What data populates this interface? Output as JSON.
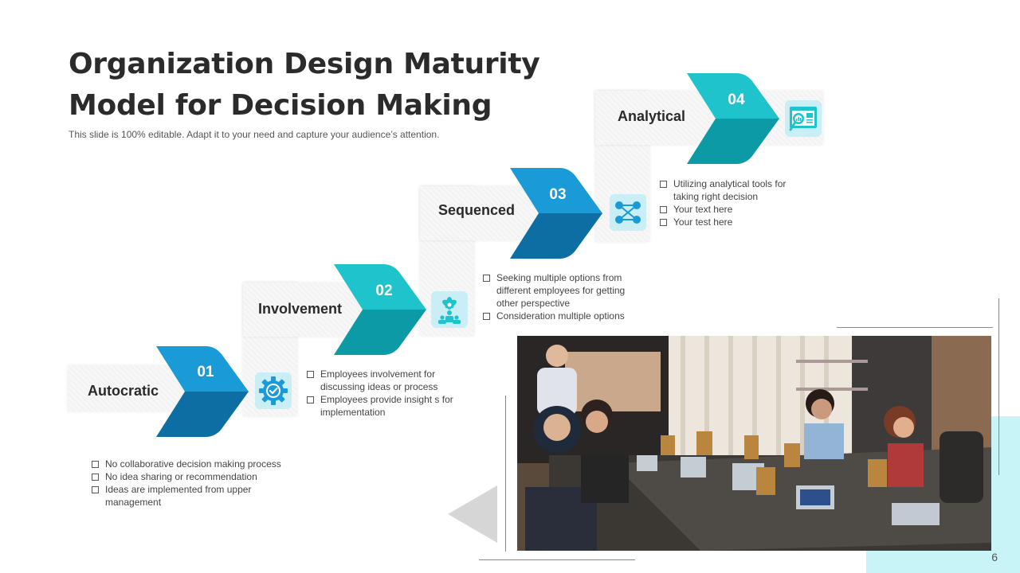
{
  "slide": {
    "title": "Organization Design Maturity Model for Decision Making",
    "subtitle": "This slide is 100% editable. Adapt it to your need and capture your audience’s attention.",
    "page_number": "6"
  },
  "stages": [
    {
      "number": "01",
      "label": "Autocratic",
      "icon": "gear-check-icon",
      "bullets": [
        "No collaborative decision making process",
        "No idea sharing or recommendation",
        "Ideas are implemented from upper management"
      ]
    },
    {
      "number": "02",
      "label": "Involvement",
      "icon": "team-idea-icon",
      "bullets": [
        "Employees involvement for discussing ideas or process",
        "Employees provide insight s for implementation"
      ]
    },
    {
      "number": "03",
      "label": "Sequenced",
      "icon": "network-nodes-icon",
      "bullets": [
        "Seeking multiple options from different employees for getting other perspective",
        "Consideration multiple options"
      ]
    },
    {
      "number": "04",
      "label": "Analytical",
      "icon": "analytics-search-icon",
      "bullets": [
        "Utilizing analytical tools for taking right decision",
        "Your text here",
        "Your test here"
      ]
    }
  ],
  "colors": {
    "blue_dark": "#0d6ea3",
    "blue_light": "#1a9ad6",
    "teal_dark": "#0b9aa6",
    "teal_light": "#1ec3cc",
    "icon_fill": "#1a9ad6",
    "icon_bg": "#c9eef6",
    "accent_bg": "#c8f4f8"
  }
}
